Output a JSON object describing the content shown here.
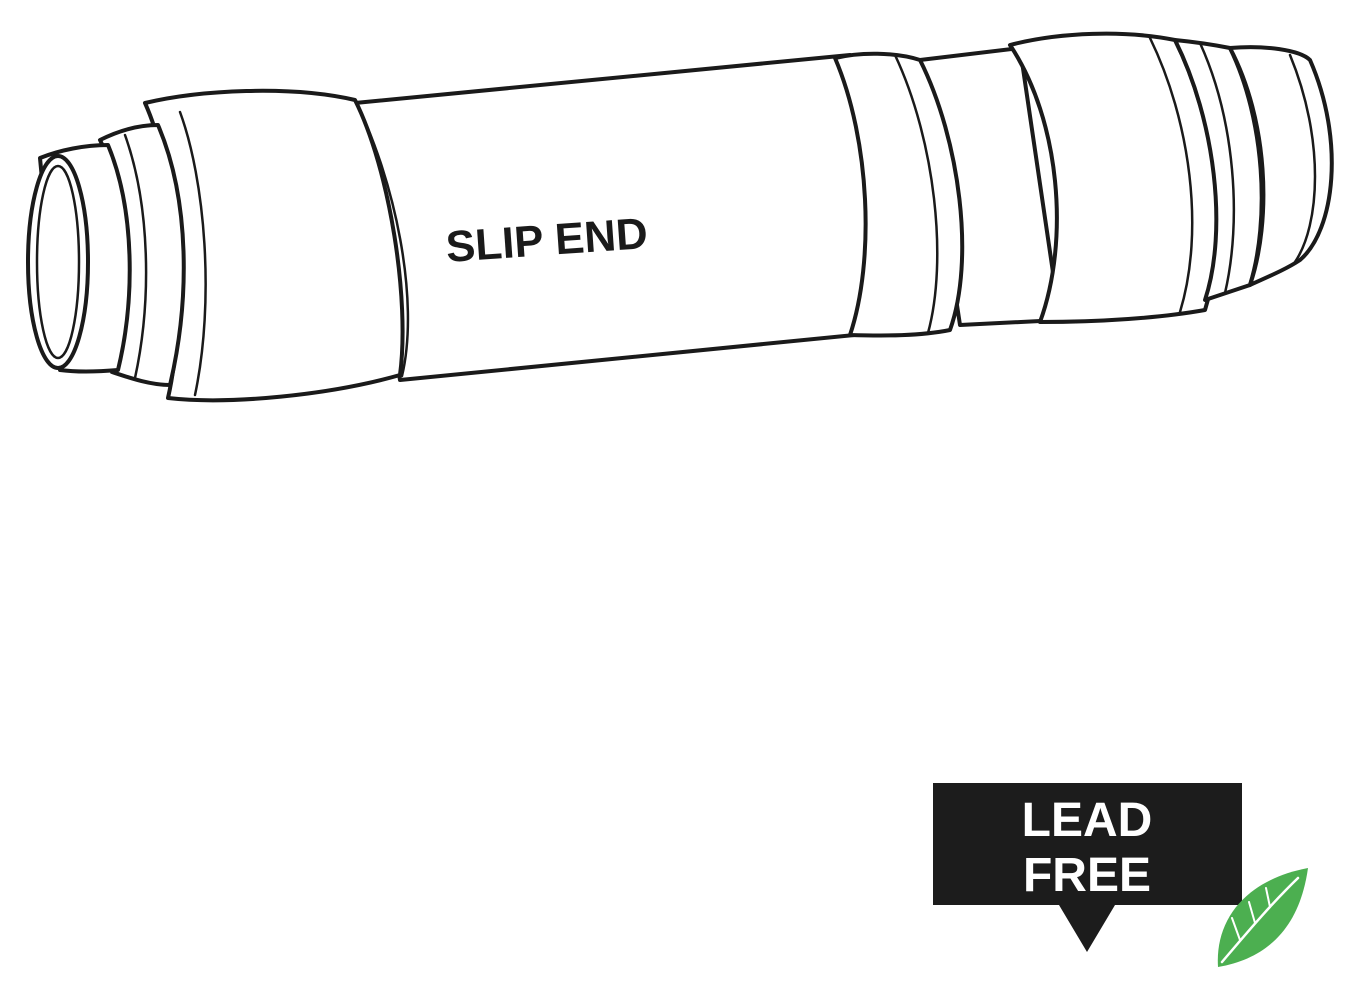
{
  "product_label": "SLIP END",
  "badge": {
    "line1": "LEAD",
    "line2": "FREE",
    "background_color": "#1c1c1c",
    "text_color": "#ffffff",
    "leaf_color": "#4caf50",
    "icon": "leaf-icon"
  }
}
